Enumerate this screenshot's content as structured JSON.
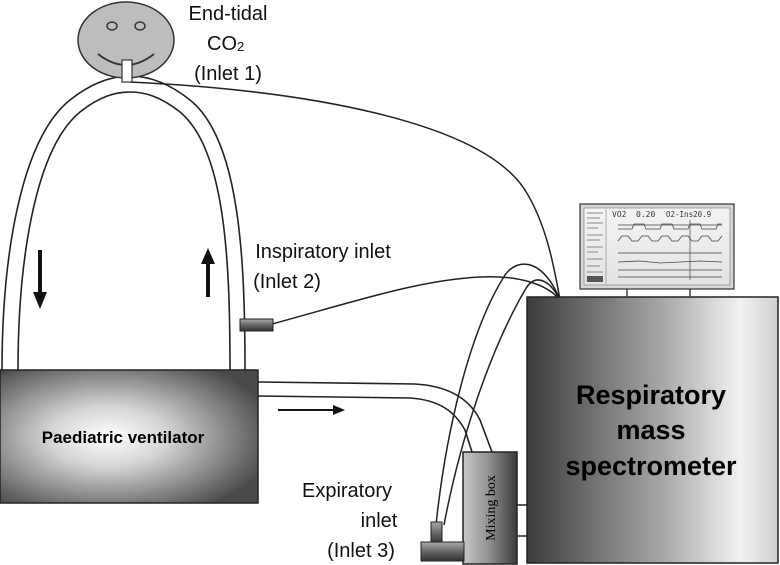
{
  "labels": {
    "end_tidal_line1": "End-tidal",
    "end_tidal_co": "CO",
    "end_tidal_sub": "2",
    "end_tidal_inlet": "(Inlet 1)",
    "inspiratory_line1": "Inspiratory inlet",
    "inspiratory_line2": "(Inlet 2)",
    "expiratory_line1": "Expiratory",
    "expiratory_line2": "inlet",
    "expiratory_line3": "(Inlet 3)",
    "ventilator": "Paediatric ventilator",
    "mixing_box": "Mixing box",
    "spectrometer_line1": "Respiratory",
    "spectrometer_line2": "mass",
    "spectrometer_line3": "spectrometer"
  },
  "monitor": {
    "readout_vo2": "VO2",
    "readout_value": "0.20",
    "readout_o2": "O2-Ins20.9"
  }
}
